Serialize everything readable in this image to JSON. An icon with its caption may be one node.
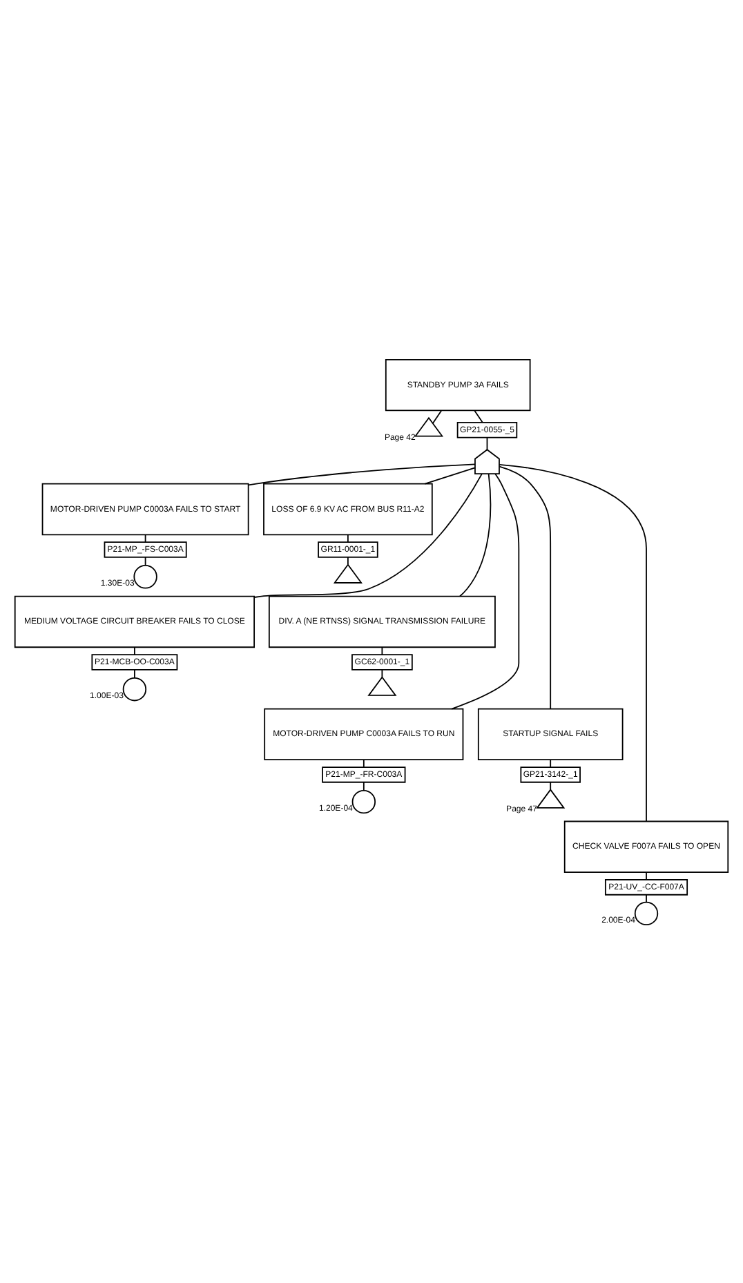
{
  "diagram": {
    "nodes": [
      {
        "text": [
          "STANDBY PUMP 3A FAILS"
        ]
      },
      {
        "text": [],
        "shape": "triangle",
        "beside": [
          "Page 42"
        ]
      },
      {
        "text": [
          "GP21-0055-_5"
        ]
      },
      {
        "text": [],
        "shape": "gate"
      },
      {
        "text": [
          "MOTOR-DRIVEN PUMP C0003A FAILS TO START"
        ]
      },
      {
        "text": [
          "P21-MP_-FS-C003A"
        ]
      },
      {
        "text": [],
        "shape": "circle",
        "beside": [
          "1.30E-03"
        ]
      },
      {
        "text": [
          "LOSS OF 6.9 KV AC FROM BUS R11-A2"
        ]
      },
      {
        "text": [
          "GR11-0001-_1"
        ]
      },
      {
        "text": [],
        "shape": "triangle"
      },
      {
        "text": [
          "MEDIUM VOLTAGE CIRCUIT BREAKER FAILS TO CLOSE"
        ]
      },
      {
        "text": [
          "P21-MCB-OO-C003A"
        ]
      },
      {
        "text": [],
        "shape": "circle",
        "beside": [
          "1.00E-03"
        ]
      },
      {
        "text": [
          "DIV. A (NE RTNSS) SIGNAL TRANSMISSION FAILURE"
        ]
      },
      {
        "text": [
          "GC62-0001-_1"
        ]
      },
      {
        "text": [],
        "shape": "triangle"
      },
      {
        "text": [
          "MOTOR-DRIVEN PUMP C0003A FAILS TO RUN"
        ]
      },
      {
        "text": [
          "P21-MP_-FR-C003A"
        ]
      },
      {
        "text": [],
        "shape": "circle",
        "beside": [
          "1.20E-04"
        ]
      },
      {
        "text": [
          "STARTUP SIGNAL FAILS"
        ]
      },
      {
        "text": [
          "GP21-3142-_1"
        ]
      },
      {
        "text": [],
        "shape": "triangle",
        "beside": [
          "Page 47"
        ]
      },
      {
        "text": [
          "CHECK VALVE F007A FAILS TO OPEN"
        ]
      },
      {
        "text": [
          "P21-UV_-CC-F007A"
        ]
      },
      {
        "text": [],
        "shape": "circle",
        "beside": [
          "2.00E-04"
        ]
      }
    ],
    "edges": [
      {
        "from": 0,
        "to": 1,
        "arrow": "none"
      },
      {
        "from": 0,
        "to": 2,
        "arrow": "none"
      },
      {
        "from": 2,
        "to": 3,
        "arrow": "none"
      },
      {
        "from": 3,
        "to": 4,
        "arrow": "none"
      },
      {
        "from": 3,
        "to": 7,
        "arrow": "none"
      },
      {
        "from": 3,
        "to": 10,
        "arrow": "none"
      },
      {
        "from": 3,
        "to": 13,
        "arrow": "none"
      },
      {
        "from": 3,
        "to": 16,
        "arrow": "none"
      },
      {
        "from": 3,
        "to": 19,
        "arrow": "none"
      },
      {
        "from": 3,
        "to": 22,
        "arrow": "none"
      },
      {
        "from": 4,
        "to": 5,
        "arrow": "none"
      },
      {
        "from": 5,
        "to": 6,
        "arrow": "none"
      },
      {
        "from": 7,
        "to": 8,
        "arrow": "none"
      },
      {
        "from": 8,
        "to": 9,
        "arrow": "none"
      },
      {
        "from": 10,
        "to": 11,
        "arrow": "none"
      },
      {
        "from": 11,
        "to": 12,
        "arrow": "none"
      },
      {
        "from": 13,
        "to": 14,
        "arrow": "none"
      },
      {
        "from": 14,
        "to": 15,
        "arrow": "none"
      },
      {
        "from": 16,
        "to": 17,
        "arrow": "none"
      },
      {
        "from": 17,
        "to": 18,
        "arrow": "none"
      },
      {
        "from": 19,
        "to": 20,
        "arrow": "none"
      },
      {
        "from": 20,
        "to": 21,
        "arrow": "none"
      },
      {
        "from": 22,
        "to": 23,
        "arrow": "none"
      },
      {
        "from": 23,
        "to": 24,
        "arrow": "none"
      }
    ]
  }
}
